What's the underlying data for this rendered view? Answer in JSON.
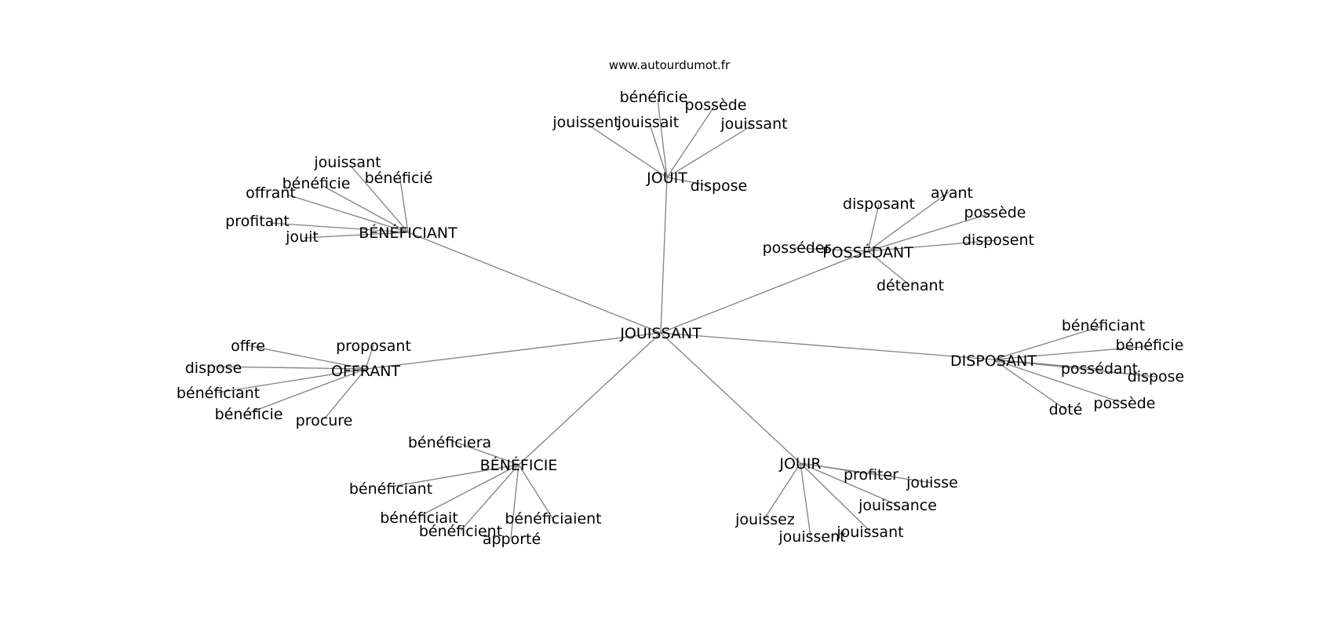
{
  "header": {
    "watermark": "www.autourdumot.fr"
  },
  "colors": {
    "edge": "#808080",
    "text": "#000000",
    "background": "#ffffff"
  },
  "graph": {
    "center": {
      "label": "JOUISSANT"
    },
    "clusters": [
      {
        "label": "JOUIT",
        "leaves": [
          "bénéficie",
          "possède",
          "jouissent",
          "jouissait",
          "jouissant",
          "dispose"
        ]
      },
      {
        "label": "BÉNÉFICIANT",
        "leaves": [
          "jouissant",
          "bénéficié",
          "bénéficie",
          "offrant",
          "profitant",
          "jouit"
        ]
      },
      {
        "label": "POSSÉDANT",
        "leaves": [
          "ayant",
          "disposant",
          "possède",
          "disposent",
          "posséder",
          "détenant"
        ]
      },
      {
        "label": "OFFRANT",
        "leaves": [
          "offre",
          "proposant",
          "dispose",
          "bénéficiant",
          "bénéficie",
          "procure"
        ]
      },
      {
        "label": "DISPOSANT",
        "leaves": [
          "bénéficiant",
          "bénéficie",
          "possédant",
          "dispose",
          "possède",
          "doté"
        ]
      },
      {
        "label": "BÉNÉFICIE",
        "leaves": [
          "bénéficiera",
          "bénéficiant",
          "bénéficiait",
          "bénéficiaient",
          "bénéficient",
          "apporté"
        ]
      },
      {
        "label": "JOUIR",
        "leaves": [
          "profiter",
          "jouisse",
          "jouissance",
          "jouissez",
          "jouissant",
          "jouissent"
        ]
      }
    ]
  }
}
